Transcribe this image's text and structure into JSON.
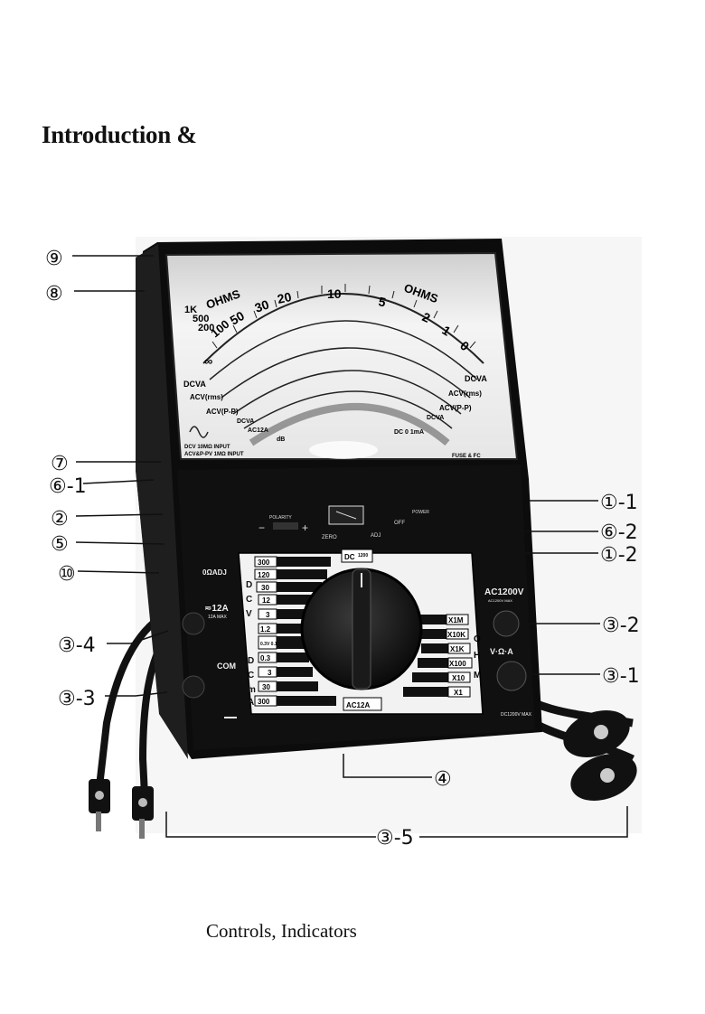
{
  "page": {
    "heading": "Introduction &",
    "caption": "Controls, Indicators"
  },
  "meter": {
    "scale": {
      "ohms_left": "OHMS",
      "ohms_right": "OHMS",
      "ohm_marks": [
        "1K",
        "500",
        "200",
        "100",
        "50",
        "30",
        "20",
        "10",
        "5",
        "2",
        "1",
        "0"
      ],
      "infinity": "∞",
      "dcva_left": "DCVA",
      "dcva_right": "DCVA",
      "acv_rms_left": "ACV(rms)",
      "acv_rms_right": "ACV(rms)",
      "acv_pp_left": "ACV(P-P)",
      "acv_pp_right": "ACV(P-P)",
      "dcva_small": "DCVA",
      "ac12a": "AC12A",
      "dcva_small_right": "DCVA",
      "db": "dB",
      "dc_1ma": "DC 0 1mA",
      "input_note_1": "DCV 10MΩ INPUT",
      "input_note_2": "ACV&P-PV 1MΩ INPUT",
      "fuse": "FUSE & FC"
    },
    "panel": {
      "polarity": "POLARITY",
      "minus": "−",
      "plus": "+",
      "zero": "ZERO",
      "adj": "ADJ",
      "power": "POWER",
      "off": "OFF",
      "zero_ohm_adj": "0ΩADJ",
      "current_jack": "≂12A",
      "current_jack_sub": "12A MAX",
      "com": "COM",
      "dc_top": "DC",
      "dc_top_value": "1200",
      "ac_bottom": "AC12A",
      "vac_jack": "AC1200V",
      "vac_jack_sub": "AC1200V MAX",
      "vohm_jack": "V·Ω·A",
      "bottom_note": "DC1200V MAX"
    },
    "left_ranges": [
      "300",
      "120",
      "30",
      "12",
      "3",
      "1.2",
      "0.3V\n0.1mA",
      "0.3",
      "3",
      "30",
      "300"
    ],
    "left_group_letters": [
      "D",
      "C",
      "V",
      "D",
      "C",
      "m",
      "A"
    ],
    "right_ranges": [
      "X1M",
      "X10K",
      "X1K",
      "X100",
      "X10",
      "X1"
    ],
    "right_group_letters": [
      "O",
      "H",
      "M"
    ],
    "bottom_range_label": "300"
  },
  "callouts": {
    "c9": "⑨",
    "c8": "⑧",
    "c7": "⑦",
    "c6_1": "⑥-1",
    "c2": "②",
    "c5": "⑤",
    "c10": "⑩",
    "c3_4": "③-4",
    "c3_3": "③-3",
    "c1_1": "①-1",
    "c6_2": "⑥-2",
    "c1_2": "①-2",
    "c3_2": "③-2",
    "c3_1": "③-1",
    "c4": "④",
    "c3_5": "③-5"
  }
}
